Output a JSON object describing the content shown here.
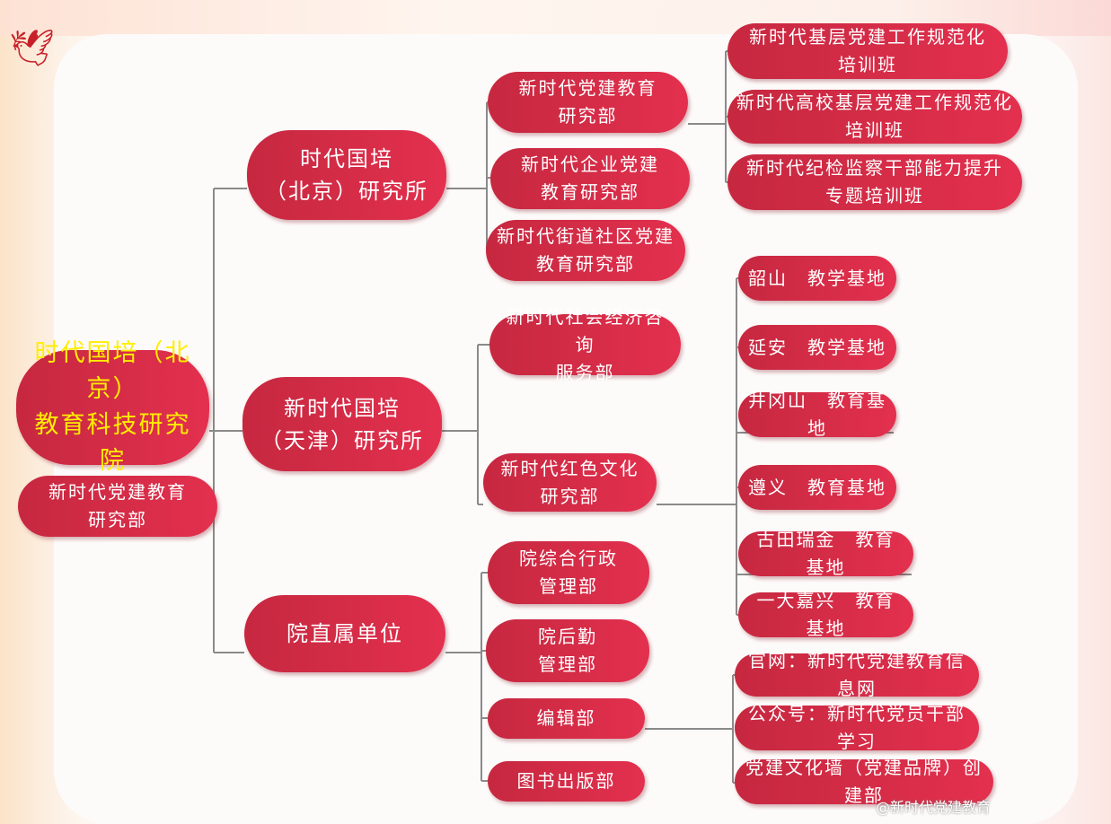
{
  "root": {
    "title": "时代国培（北京）\n教育科技研究院",
    "sub": "新时代党建教育\n研究部"
  },
  "beijing": {
    "label": "时代国培\n（北京）研究所",
    "depts": [
      "新时代党建教育\n研究部",
      "新时代企业党建\n教育研究部",
      "新时代街道社区党建\n教育研究部"
    ],
    "training": [
      "新时代基层党建工作规范化\n培训班",
      "新时代高校基层党建工作规范化\n培训班",
      "新时代纪检监察干部能力提升\n专题培训班"
    ]
  },
  "tianjin": {
    "label": "新时代国培\n（天津）研究所",
    "depts": [
      "新时代社会经济咨询\n服务部",
      "新时代红色文化\n研究部"
    ],
    "bases": [
      "韶山　教学基地",
      "延安　教学基地",
      "井冈山　教育基地",
      "遵义　教育基地",
      "古田瑞金　教育基地",
      "一大嘉兴　教育基地"
    ]
  },
  "direct": {
    "label": "院直属单位",
    "depts": [
      "院综合行政\n管理部",
      "院后勤\n管理部",
      "编辑部",
      "图书出版部"
    ],
    "media": [
      "官网：新时代党建教育信息网",
      "公众号：新时代党员干部学习",
      "党建文化墙（党建品牌）创建部"
    ]
  },
  "watermark": "@新时代党建教育"
}
